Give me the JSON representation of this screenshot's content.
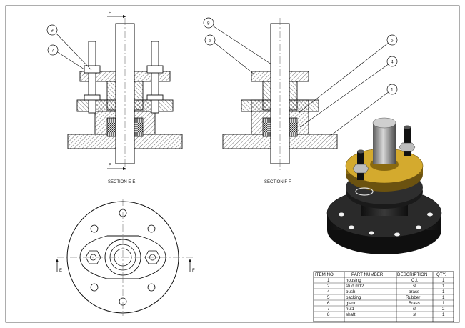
{
  "views": {
    "section_e_label": "SECTION E-E",
    "section_f_label": "SECTION F-F",
    "cut_letter_f": "F",
    "cut_letter_e": "E"
  },
  "balloons": {
    "left": [
      "9",
      "7"
    ],
    "right": [
      "8",
      "6",
      "5",
      "4",
      "1"
    ]
  },
  "bom": {
    "headers": [
      "ITEM NO.",
      "PART NUMBER",
      "DESCRIPTION",
      "QTY."
    ],
    "rows": [
      [
        "1",
        "housing",
        "C.I.",
        "1"
      ],
      [
        "2",
        "stud m12",
        "st",
        "1"
      ],
      [
        "4",
        "bush",
        "brass",
        "1"
      ],
      [
        "5",
        "packing",
        "Rubber",
        "1"
      ],
      [
        "6",
        "gland",
        "Brass",
        "1"
      ],
      [
        "7",
        "nut1",
        "st",
        "2"
      ],
      [
        "8",
        "shaft",
        "st",
        "1"
      ]
    ]
  },
  "colors": {
    "line": "#1a1a1a",
    "hatch": "#333333",
    "gland_gold": "#c9a227",
    "housing_dark": "#1c1c1c",
    "steel": "#9a9a9a"
  }
}
